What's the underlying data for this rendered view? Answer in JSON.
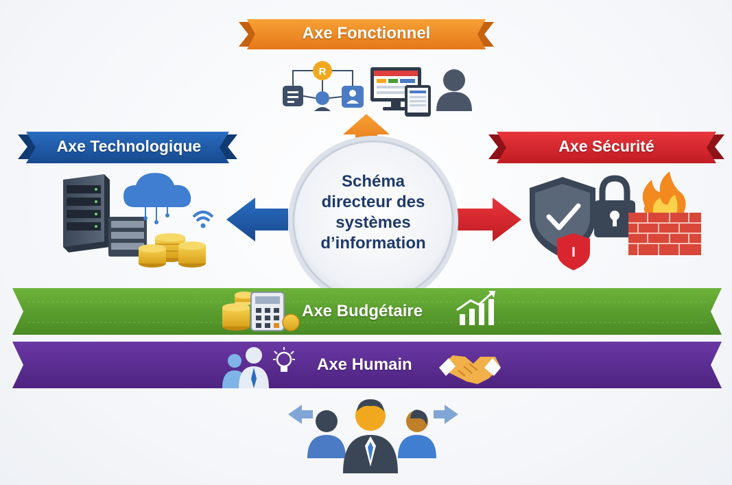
{
  "center": {
    "line1": "Schéma",
    "line2": "directeur des",
    "line3": "systèmes",
    "line4": "d’information"
  },
  "axes": {
    "fonctionnel": {
      "label": "Axe Fonctionnel",
      "color": "#ee8a1f"
    },
    "technologique": {
      "label": "Axe Technologique",
      "color": "#1f5aa8"
    },
    "securite": {
      "label": "Axe Sécurité",
      "color": "#d9262e"
    },
    "budgetaire": {
      "label": "Axe Budgétaire",
      "color": "#5a9e2f"
    },
    "humain": {
      "label": "Axe Humain",
      "color": "#5b2c91"
    }
  },
  "icons": {
    "fonctionnel_workflow": "workflow-r-icon",
    "fonctionnel_devices": "devices-icon",
    "fonctionnel_user": "user-icon",
    "tech_server": "server-rack-icon",
    "tech_cloud": "cloud-icon",
    "tech_coins": "coins-icon",
    "tech_wifi": "wifi-icon",
    "secu_shield": "shield-check-icon",
    "secu_lock": "padlock-icon",
    "secu_firewall": "firewall-icon",
    "budget_coins": "coins-icon",
    "budget_calculator": "calculator-icon",
    "budget_chart": "growth-chart-icon",
    "humain_people": "people-icon",
    "humain_bulb": "lightbulb-icon",
    "humain_handshake": "handshake-icon",
    "team": "team-icon"
  }
}
